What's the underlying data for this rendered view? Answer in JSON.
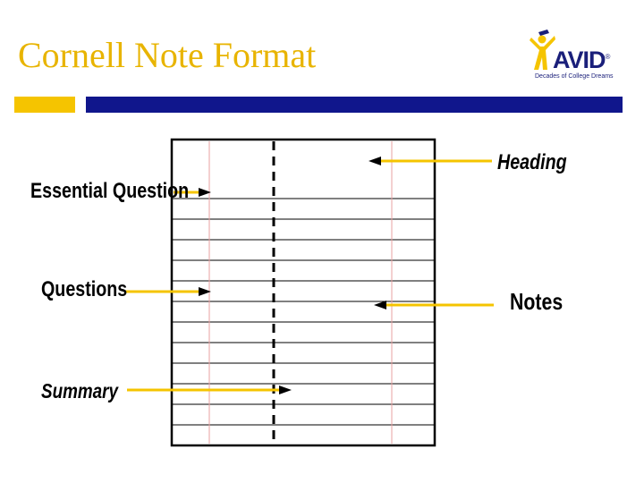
{
  "slide": {
    "title": "Cornell Note Format",
    "colors": {
      "title": "#e8b400",
      "accent_yellow": "#f5c400",
      "accent_blue": "#10168c",
      "arrow": "#f5c400",
      "margin_line": "#e8a0a0"
    }
  },
  "logo": {
    "word": "AVID",
    "registered": "®",
    "tagline": "Decades of College Dreams",
    "icon": "person-graduate-icon"
  },
  "labels": {
    "heading": "Heading",
    "essential_question": "Essential Question",
    "questions": "Questions",
    "notes": "Notes",
    "summary": "Summary"
  }
}
